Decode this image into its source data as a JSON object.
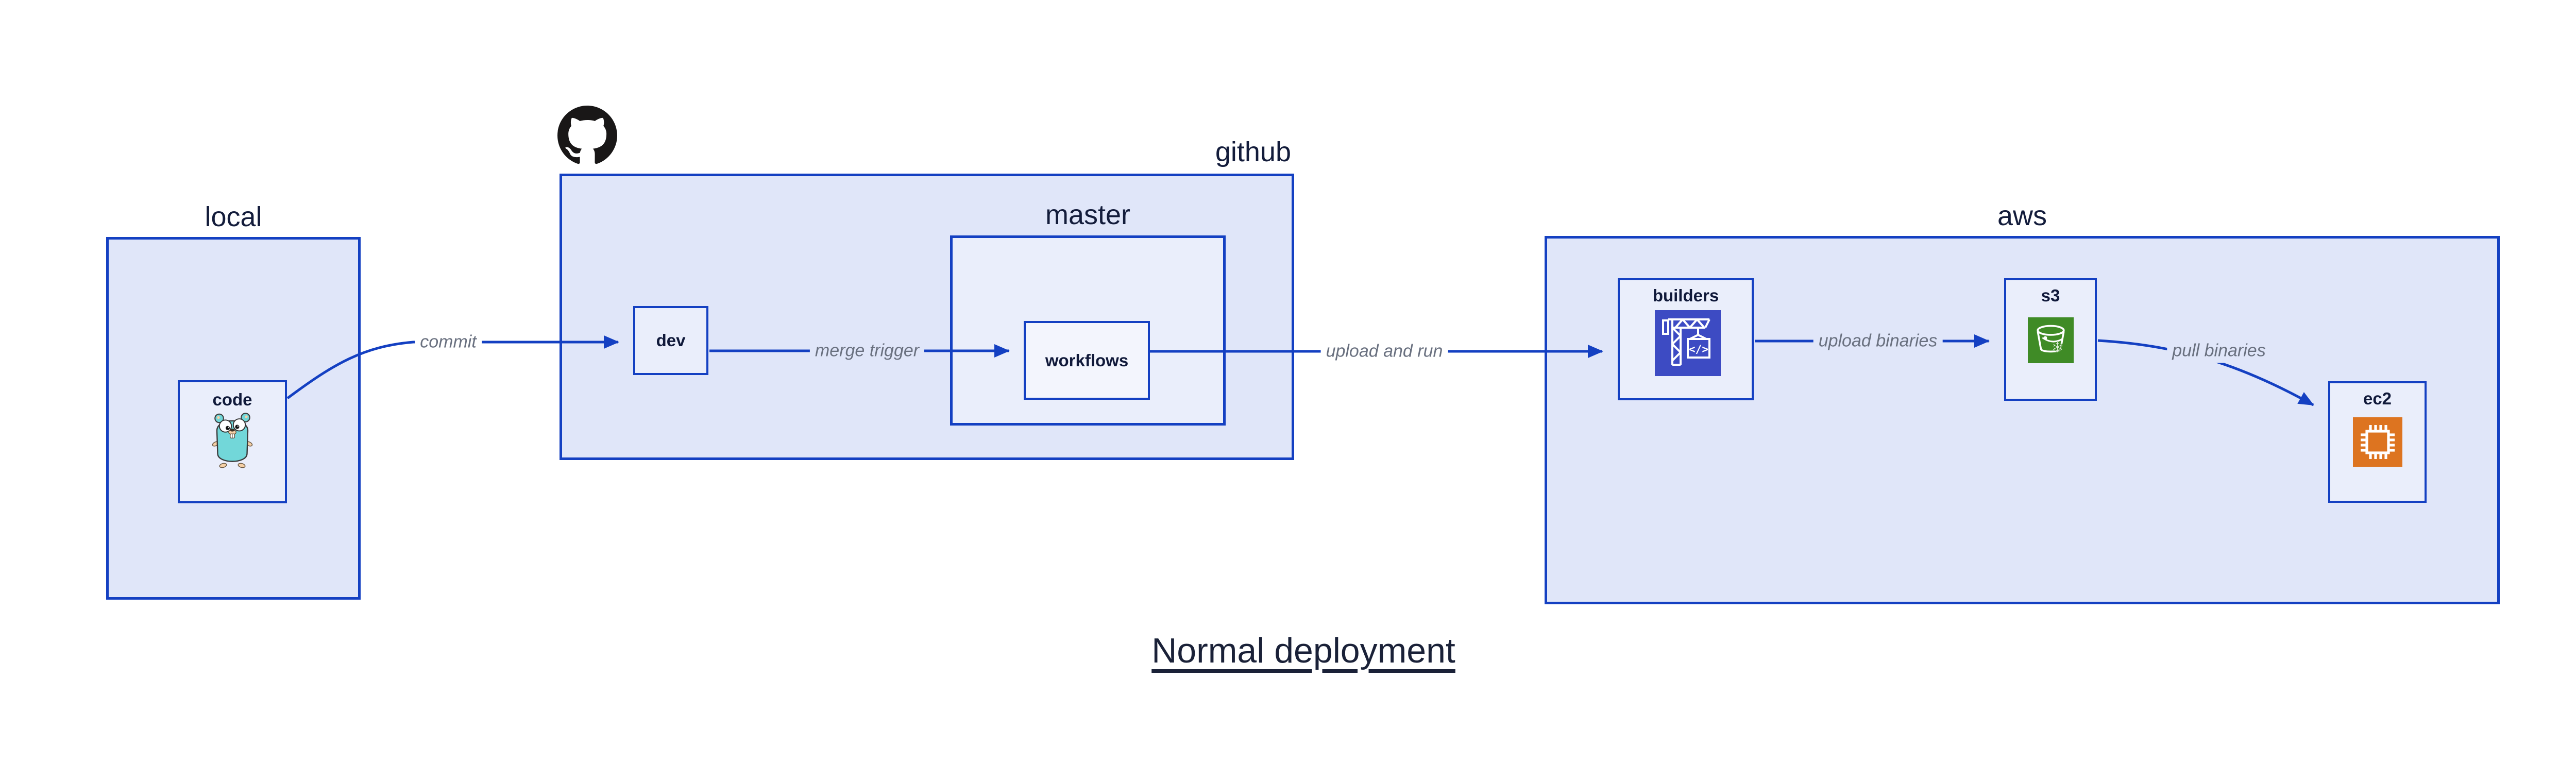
{
  "title": {
    "text": "Normal deployment"
  },
  "groups": {
    "local": {
      "label": "local"
    },
    "github": {
      "label": "github"
    },
    "master": {
      "label": "master"
    },
    "aws": {
      "label": "aws"
    }
  },
  "nodes": {
    "code": {
      "label": "code",
      "icon": "go-gopher-icon"
    },
    "dev": {
      "label": "dev"
    },
    "workflows": {
      "label": "workflows"
    },
    "builders": {
      "label": "builders",
      "icon": "aws-codebuild-icon"
    },
    "s3": {
      "label": "s3",
      "icon": "aws-s3-glacier-icon"
    },
    "ec2": {
      "label": "ec2",
      "icon": "aws-ec2-chip-icon"
    }
  },
  "logos": {
    "github": "github-octocat-icon"
  },
  "edges": [
    {
      "from": "code",
      "to": "dev",
      "label": "commit"
    },
    {
      "from": "dev",
      "to": "workflows",
      "label": "merge trigger"
    },
    {
      "from": "workflows",
      "to": "builders",
      "label": "upload and run"
    },
    {
      "from": "builders",
      "to": "s3",
      "label": "upload binaries"
    },
    {
      "from": "s3",
      "to": "ec2",
      "label": "pull binaries"
    }
  ],
  "icon_glyphs": {
    "codebuild_code_text": "</>",
    "snowflake": "❄"
  },
  "colors": {
    "stroke_blue": "#1440c2",
    "container_fill": "#e0e6f9",
    "node_fill": "#eaeefb",
    "inner_node_fill": "#f3f5fd",
    "label_text": "#131c3b",
    "edge_label_text": "#69707f",
    "title_text": "#1a2138",
    "canvas_bg": "#ffffff",
    "codebuild_purple": "#3d4bc3",
    "s3_green": "#3f8b26",
    "ec2_orange": "#dd7420",
    "github_black": "#191717",
    "gopher_teal": "#72d7d9",
    "gopher_tan": "#f6d0a6"
  }
}
